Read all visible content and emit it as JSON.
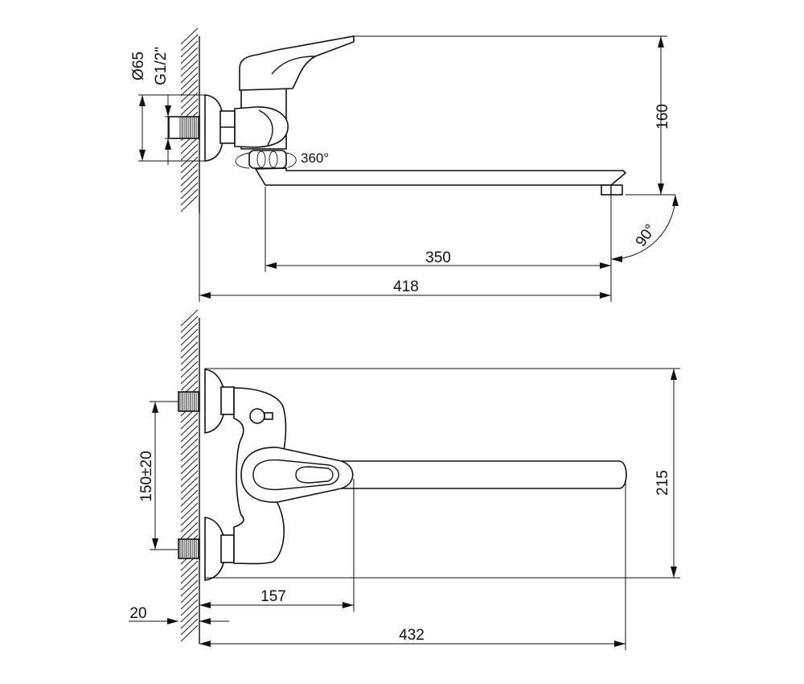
{
  "top_view": {
    "dims": {
      "flange_diameter": "Ø65",
      "thread": "G1/2\"",
      "swivel": "360°",
      "height": "160",
      "spout_angle": "90°",
      "spout_reach": "350",
      "total_length": "418"
    }
  },
  "front_view": {
    "dims": {
      "inlet_spacing": "150±20",
      "height": "215",
      "lever_offset": "157",
      "wall_offset": "20",
      "total_length": "432"
    }
  }
}
